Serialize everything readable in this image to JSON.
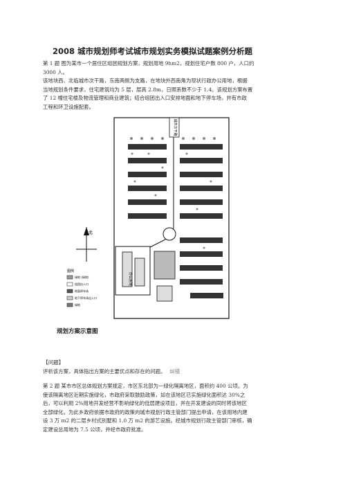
{
  "doc": {
    "title": "2008 城市规划师考试城市规划实务模拟试题案例分析题",
    "q1": {
      "lines": [
        "第 1 题  图为某市一个居住区组团规划方案，规划用地 9hm2，规划住宅户数 800 户，人口约",
        "3000 人。",
        "该地块西、北临城市次干路，东南两侧为支路，在地块外西南角为现状行政办公用地，根据",
        "当地规划条件要求，住宅建筑均为 5 层，层高 2.8m，日照系数不少于 1.4。该规划方案布置",
        "了 12 幢住宅楼及物流管理和商业建筑；结合组团出入口安排地面和地下停车场，并有市政",
        "工程和环卫设施配套。"
      ]
    },
    "figure": {
      "caption": "规划方案示意图",
      "legend_title": "图例",
      "legend_items": [
        "绿地 (绿地)",
        "组团出入口",
        "地面停车场",
        "地下停车场出入口",
        "绿地"
      ],
      "road_label": "城市次干路",
      "admin_label": "办公用地"
    },
    "question_heading": "【问题】",
    "q1_ask": "评析该方案，具体指出方案的主要优点和存在的问题。",
    "q1_ask_extra": "纠错",
    "q2": {
      "lines": [
        "第 2 题  某市市区总体规划方案规定，市区东北部为一绿化隔离地区，面积约 400 公顷。为",
        "使该隔离地区近期实施绿化，市政府采取鼓励政策，如在该地区已实施绿化面积达 30%之",
        "后，可以利用 2%用地开发经营不影响绿化的低层建设项目，并在开发建设的同时将该地区",
        "全部绿化。为此乡政府依据市政府的政策向城市规划行政主管部门提出申请，在该用地内建",
        "设 3 万 m2 的二层乡村式别墅和 1.0 万 m2 的游艺设施。经城市规划行政主管部门审核，确",
        "定建设总用地为 7.5 公顷，并经市政府批准。"
      ]
    }
  }
}
